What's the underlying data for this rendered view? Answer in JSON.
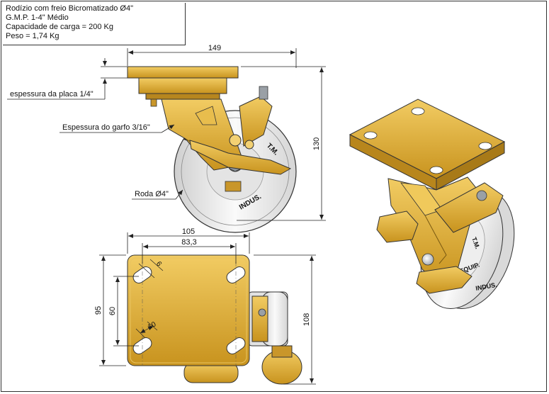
{
  "info": {
    "title": "Rodízio com freio Bicromatizado Ø4\"",
    "model": "G.M.P. 1-4\" Médio",
    "capacity": "Capacidade de carga = 200 Kg",
    "weight": "Peso = 1,74 Kg"
  },
  "side_view": {
    "width_dim": "149",
    "height_dim": "130",
    "plate_label": "espessura da placa 1/4\"",
    "fork_label": "Espessura do garfo 3/16\"",
    "wheel_label": "Roda Ø4\"",
    "wheel_text": [
      "T.M.",
      "EQUIP.",
      "INDUS."
    ]
  },
  "top_view": {
    "width_outer": "105",
    "width_holes": "83,3",
    "height_outer": "95",
    "height_holes": "60",
    "height_total": "108",
    "slot_width": "6",
    "slot_length": "10"
  },
  "colors": {
    "brass": "#D9A62B",
    "brass_dark": "#9C7416",
    "brass_light": "#EFC75A",
    "wheel": "#EDEDED",
    "line": "#222222"
  }
}
